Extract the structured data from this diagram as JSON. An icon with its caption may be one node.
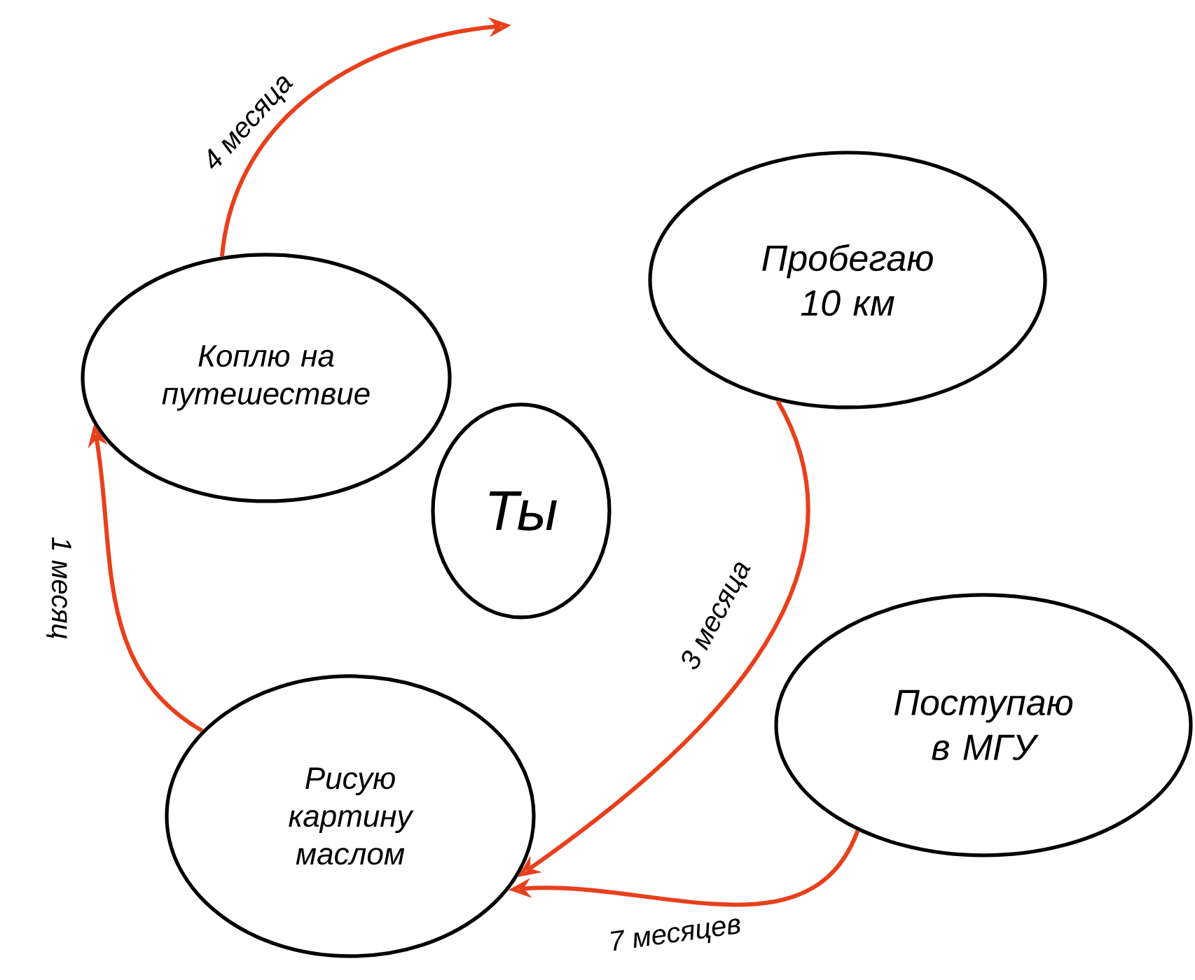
{
  "diagram": {
    "nodes": [
      {
        "text": [
          "Коплю на путешествие"
        ]
      },
      {
        "text": [
          "Пробегаю 10 км"
        ]
      },
      {
        "text": [
          "Ты"
        ]
      },
      {
        "text": [
          "Поступаю в МГУ"
        ]
      },
      {
        "text": [
          "Рисую картину маслом"
        ]
      }
    ],
    "edges": [
      {
        "from": 0,
        "to": null,
        "arrow": "to",
        "label": "4 месяца"
      },
      {
        "from": 1,
        "to": 4,
        "arrow": "to",
        "label": "3 месяца"
      },
      {
        "from": 4,
        "to": 0,
        "arrow": "to",
        "label": "1 месяц"
      },
      {
        "from": 3,
        "to": 4,
        "arrow": "to",
        "label": "7 месяцев"
      }
    ]
  }
}
